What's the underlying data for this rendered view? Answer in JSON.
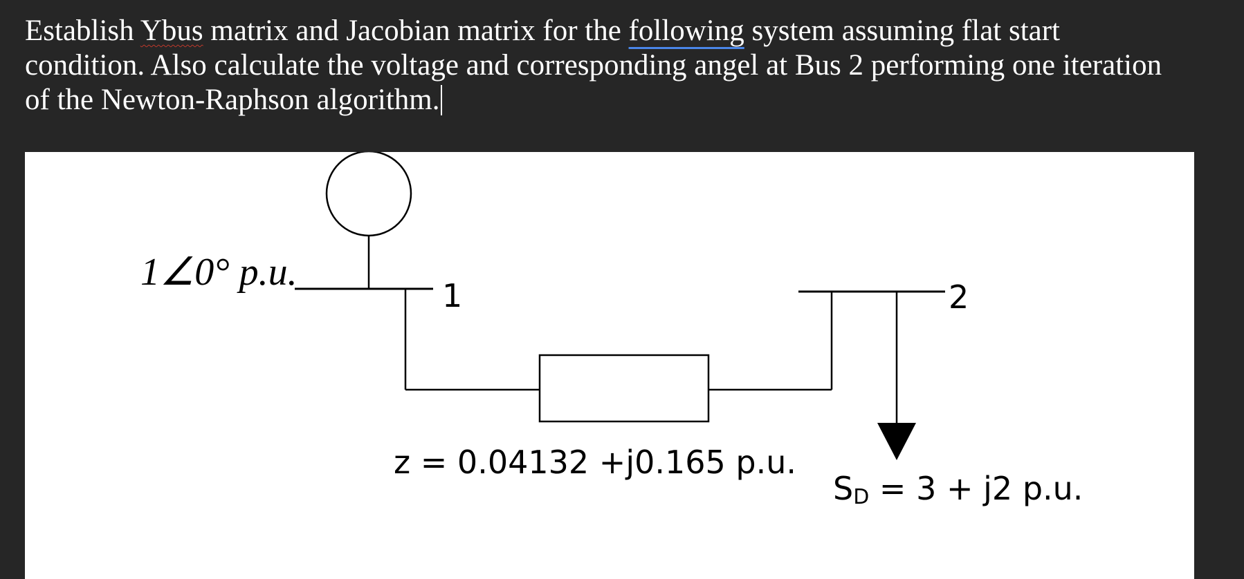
{
  "question": {
    "line1_before": "Establish ",
    "line1_flagged": "Ybus",
    "line1_middle": " matrix and Jacobian matrix for the ",
    "line1_grammar": "following",
    "line1_after": " system assuming flat start",
    "line2": "condition. Also calculate the voltage and corresponding angel at Bus 2 performing one iteration",
    "line3": "of the Newton-Raphson algorithm."
  },
  "figure": {
    "bus1_voltage": "1∠0° p.u.",
    "bus1_label": "1",
    "bus2_label": "2",
    "impedance_label": "z = 0.04132 +j0.165 p.u.",
    "load_label_prefix": "S",
    "load_label_sub": "D",
    "load_label_suffix": " = 3 + j2 p.u."
  },
  "colors": {
    "background": "#262626",
    "text": "#ffffff",
    "figure_background": "#ffffff",
    "diagram_ink": "#000000",
    "spell_squiggle": "#c0392b",
    "grammar_underline": "#4a86e8"
  }
}
